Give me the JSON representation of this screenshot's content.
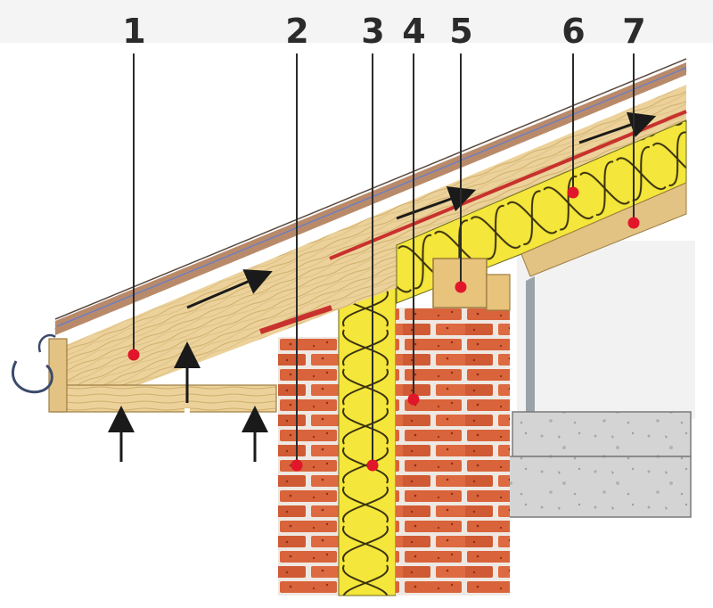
{
  "callouts": [
    {
      "label": "1"
    },
    {
      "label": "2"
    },
    {
      "label": "3"
    },
    {
      "label": "4"
    },
    {
      "label": "5"
    },
    {
      "label": "6"
    },
    {
      "label": "7"
    }
  ],
  "colors": {
    "wood": "#ecd29a",
    "wood_grain": "#c9a865",
    "brick": "#d9633a",
    "mortar": "#efe8e2",
    "insulation": "#f4e63a",
    "insulation_line": "#3a3210",
    "concrete": "#d4d4d4",
    "marker": "#e1162b",
    "roof_tile": "#b98a6a",
    "membrane": "#c8312d",
    "leader": "#2b2b2b",
    "arrow": "#1a1a1a"
  }
}
